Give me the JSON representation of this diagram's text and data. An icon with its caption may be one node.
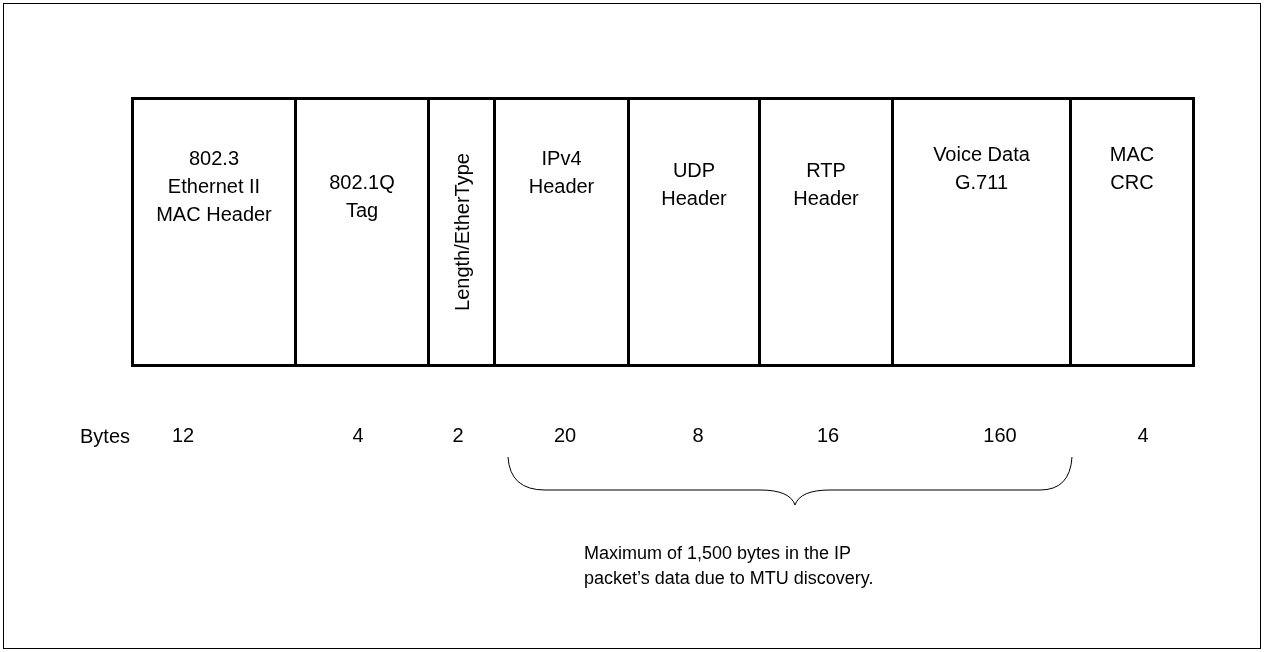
{
  "diagram": {
    "nodes": [
      {
        "text": [
          "802.3 Ethernet II MAC Header"
        ],
        "beside": [
          "12"
        ]
      },
      {
        "text": [
          "802.1Q Tag"
        ],
        "beside": [
          "4"
        ]
      },
      {
        "text": [
          "Length/EtherType"
        ],
        "beside": [
          "2"
        ]
      },
      {
        "text": [
          "IPv4 Header"
        ],
        "beside": [
          "20"
        ]
      },
      {
        "text": [
          "UDP Header"
        ],
        "beside": [
          "8"
        ]
      },
      {
        "text": [
          "RTP Header"
        ],
        "beside": [
          "16"
        ]
      },
      {
        "text": [
          "Voice Data G.711"
        ],
        "beside": [
          "160"
        ]
      },
      {
        "text": [
          "MAC CRC"
        ],
        "beside": [
          "4"
        ]
      }
    ],
    "edges": [],
    "labels": [
      "Bytes",
      "Maximum of 1,500 bytes in the IP packet’s data due to MTU discovery."
    ]
  }
}
